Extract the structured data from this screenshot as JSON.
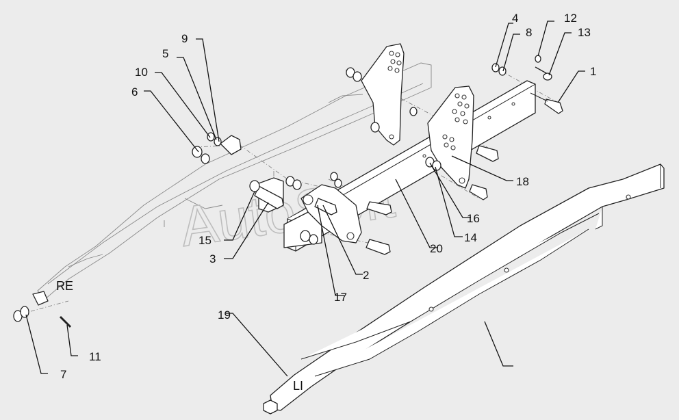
{
  "watermark": "AutoSoft",
  "side_labels": {
    "right": "RE",
    "left": "LI"
  },
  "callouts": [
    {
      "id": "c1",
      "label": "1"
    },
    {
      "id": "c2",
      "label": "2"
    },
    {
      "id": "c3",
      "label": "3"
    },
    {
      "id": "c4",
      "label": "4"
    },
    {
      "id": "c5",
      "label": "5"
    },
    {
      "id": "c6",
      "label": "6"
    },
    {
      "id": "c7",
      "label": "7"
    },
    {
      "id": "c8",
      "label": "8"
    },
    {
      "id": "c9",
      "label": "9"
    },
    {
      "id": "c10",
      "label": "10"
    },
    {
      "id": "c11",
      "label": "11"
    },
    {
      "id": "c12",
      "label": "12"
    },
    {
      "id": "c13",
      "label": "13"
    },
    {
      "id": "c14",
      "label": "14"
    },
    {
      "id": "c15",
      "label": "15"
    },
    {
      "id": "c16",
      "label": "16"
    },
    {
      "id": "c17",
      "label": "17"
    },
    {
      "id": "c18",
      "label": "18"
    },
    {
      "id": "c19",
      "label": "19"
    },
    {
      "id": "c20",
      "label": "20"
    }
  ]
}
